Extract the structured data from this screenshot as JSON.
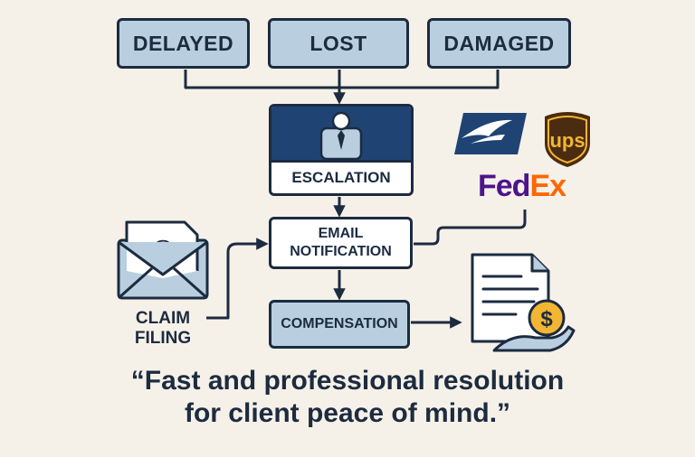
{
  "categories": [
    "DELAYED",
    "LOST",
    "DAMAGED"
  ],
  "escalation": {
    "label": "ESCALATION"
  },
  "email_notification": {
    "line1": "EMAIL",
    "line2": "NOTIFICATION"
  },
  "compensation": {
    "label": "COMPENSATION"
  },
  "claim_filing": {
    "line1": "CLAIM",
    "line2": "FILING"
  },
  "carriers": {
    "ups": "ups",
    "fedex_fed": "Fed",
    "fedex_ex": "Ex",
    "usps_icon": "usps-eagle-icon"
  },
  "icons": [
    "envelope-at-icon",
    "person-icon",
    "invoice-dollar-icon",
    "ups-shield-icon"
  ],
  "quote": {
    "line1": "“Fast and professional resolution",
    "line2": "for client peace of mind.”"
  },
  "colors": {
    "navy": "#1c2b40",
    "light_blue": "#b9cfe0",
    "dark_blue": "#1f4473",
    "coin": "#f2b632",
    "ups_brown": "#4b2c10",
    "fedex_purple": "#4d148c",
    "fedex_orange": "#ff6600",
    "background": "#f6f1e8"
  }
}
